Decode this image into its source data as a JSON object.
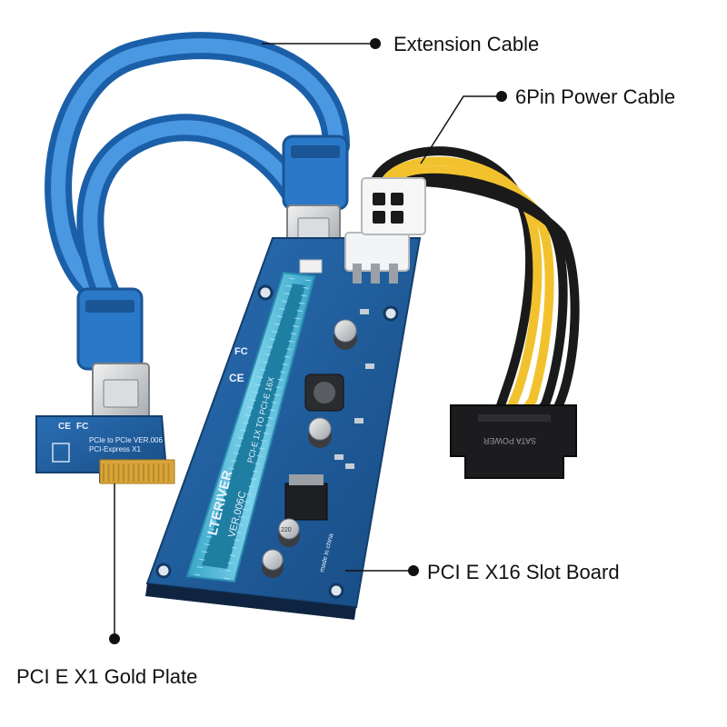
{
  "callouts": {
    "extension_cable": "Extension Cable",
    "power_cable": "6Pin Power Cable",
    "slot_board": "PCI E X16 Slot Board",
    "gold_plate": "PCI E X1 Gold Plate"
  },
  "board_markings": {
    "brand": "LTERIVER",
    "version": "VER.006C",
    "board_title": "PCI-E 1X TO PCI-E 16X",
    "made_in": "made in china",
    "sata_label": "SATA POWER",
    "adapter_line1": "PCIe to PCIe VER.006",
    "adapter_line2": "PCI-Express X1",
    "capacitor_value": "220",
    "ce_mark": "CE",
    "fc_mark": "FC"
  },
  "colors": {
    "cable_blue": "#2f7fd0",
    "board_blue": "#1f5d9e",
    "slot_teal": "#4fb9d8",
    "gold": "#d9a53a",
    "wire_yellow": "#f2c22e",
    "wire_black": "#1a1a1a",
    "callout_line": "#111111"
  }
}
